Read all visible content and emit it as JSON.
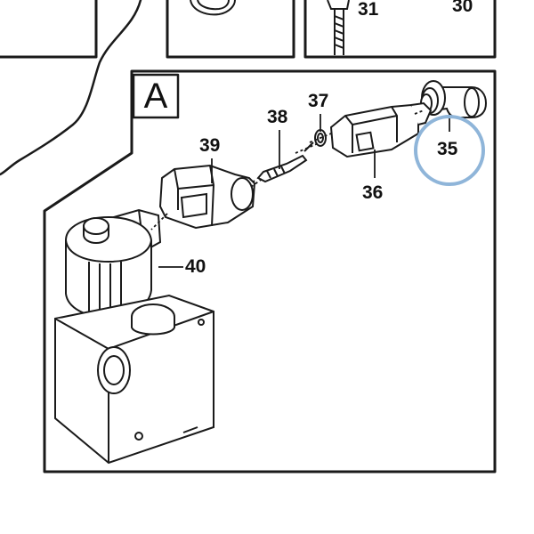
{
  "diagram": {
    "section_letter": "A",
    "highlight_color": "#8fb5d9",
    "line_color": "#1a1a1a",
    "top_callouts": [
      "31",
      "30"
    ],
    "callouts": [
      {
        "id": "35",
        "label": "35",
        "highlighted": true
      },
      {
        "id": "36",
        "label": "36"
      },
      {
        "id": "37",
        "label": "37"
      },
      {
        "id": "38",
        "label": "38"
      },
      {
        "id": "39",
        "label": "39"
      },
      {
        "id": "40",
        "label": "40"
      }
    ]
  }
}
